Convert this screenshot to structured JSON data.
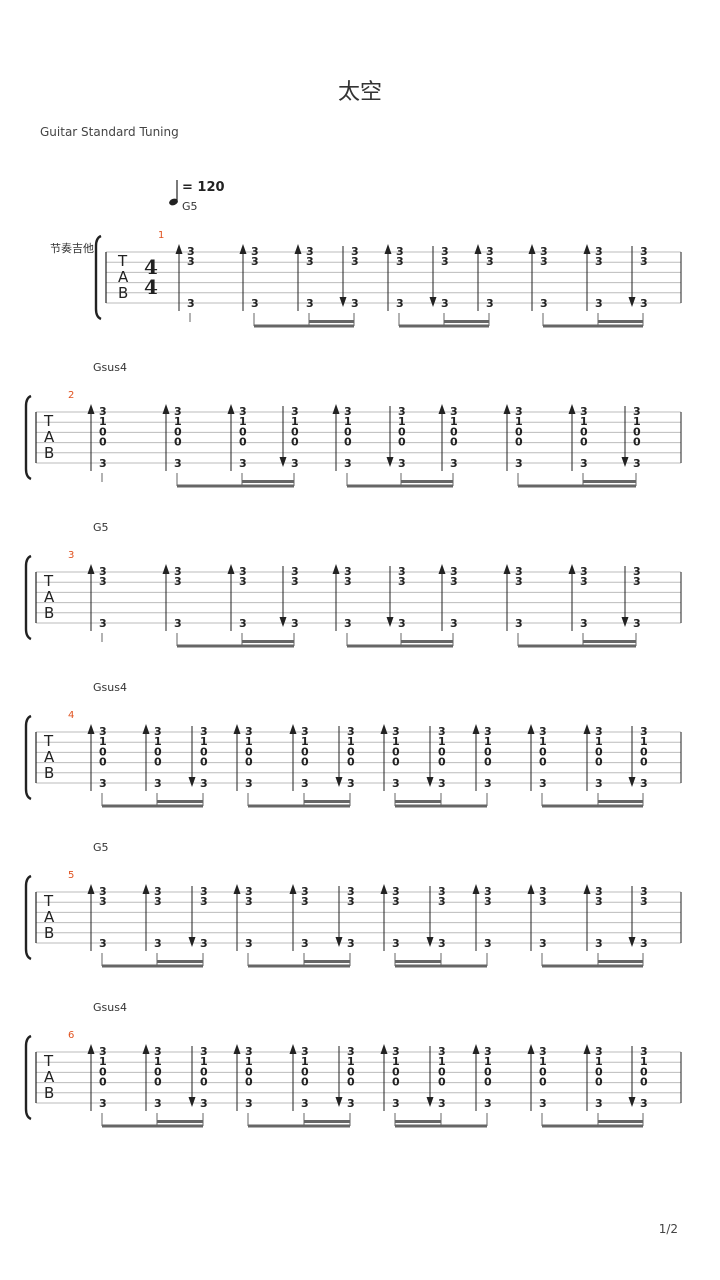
{
  "header": {
    "title": "太空",
    "tuning": "Guitar Standard Tuning",
    "tempo": "= 120",
    "instrument": "节奏吉他",
    "page": "1/2"
  },
  "tab": {
    "clef_letters": [
      "T",
      "A",
      "B"
    ],
    "time_signature": [
      "4",
      "4"
    ],
    "chords": {
      "G5": {
        "top": [
          "3",
          "3"
        ],
        "bass": "3"
      },
      "Gsus4": {
        "top": [
          "3",
          "1",
          "0",
          "0"
        ],
        "bass": "3"
      }
    },
    "systems": [
      {
        "measure": "1",
        "chord": "G5",
        "pattern": "A"
      },
      {
        "measure": "2",
        "chord": "Gsus4",
        "pattern": "A"
      },
      {
        "measure": "3",
        "chord": "G5",
        "pattern": "A"
      },
      {
        "measure": "4",
        "chord": "Gsus4",
        "pattern": "B"
      },
      {
        "measure": "5",
        "chord": "G5",
        "pattern": "B"
      },
      {
        "measure": "6",
        "chord": "Gsus4",
        "pattern": "B"
      }
    ],
    "patterns": {
      "A": [
        {
          "dir": "up"
        },
        {
          "dir": "up"
        },
        {
          "dir": "up"
        },
        {
          "dir": "down"
        },
        {
          "dir": "up"
        },
        {
          "dir": "down"
        },
        {
          "dir": "up"
        },
        {
          "dir": "up"
        },
        {
          "dir": "up"
        },
        {
          "dir": "down"
        }
      ],
      "B": [
        {
          "dir": "up"
        },
        {
          "dir": "up"
        },
        {
          "dir": "down"
        },
        {
          "dir": "up"
        },
        {
          "dir": "up"
        },
        {
          "dir": "down"
        },
        {
          "dir": "up"
        },
        {
          "dir": "down"
        },
        {
          "dir": "up"
        },
        {
          "dir": "up"
        },
        {
          "dir": "up"
        },
        {
          "dir": "down"
        }
      ]
    }
  }
}
